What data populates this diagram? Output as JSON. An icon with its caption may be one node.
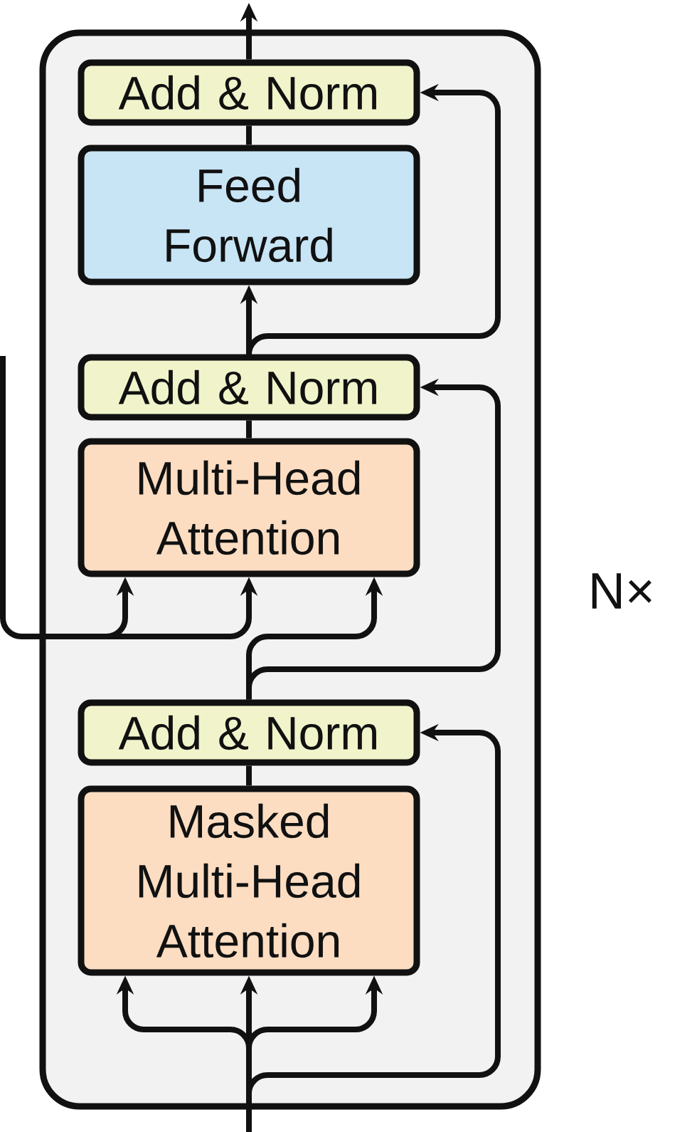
{
  "diagram": {
    "nodes": [
      {
        "text": [],
        "shape": "box",
        "beside": [
          "N×"
        ]
      },
      {
        "text": [
          "Add & Norm"
        ],
        "in": 0
      },
      {
        "text": [
          "Feed Forward"
        ],
        "in": 0
      },
      {
        "text": [
          "Add & Norm"
        ],
        "in": 0
      },
      {
        "text": [
          "Multi-Head Attention"
        ],
        "in": 0
      },
      {
        "text": [
          "Add & Norm"
        ],
        "in": 0
      },
      {
        "text": [
          "Masked Multi-Head Attention"
        ],
        "in": 0
      }
    ],
    "edges": [
      {
        "from": 1,
        "to": null,
        "arrow": "to"
      },
      {
        "from": 2,
        "to": 1,
        "arrow": "none"
      },
      {
        "from": 3,
        "to": 2,
        "arrow": "to"
      },
      {
        "from": 3,
        "to": 1,
        "arrow": "to"
      },
      {
        "from": 4,
        "to": 3,
        "arrow": "none"
      },
      {
        "from": null,
        "to": 4,
        "arrow": "to"
      },
      {
        "from": null,
        "to": 4,
        "arrow": "to"
      },
      {
        "from": 5,
        "to": 4,
        "arrow": "to"
      },
      {
        "from": 5,
        "to": 3,
        "arrow": "to"
      },
      {
        "from": 6,
        "to": 5,
        "arrow": "none"
      },
      {
        "from": null,
        "to": 6,
        "arrow": "to"
      },
      {
        "from": null,
        "to": 6,
        "arrow": "to"
      },
      {
        "from": null,
        "to": 6,
        "arrow": "to"
      },
      {
        "from": null,
        "to": 5,
        "arrow": "to"
      }
    ]
  }
}
